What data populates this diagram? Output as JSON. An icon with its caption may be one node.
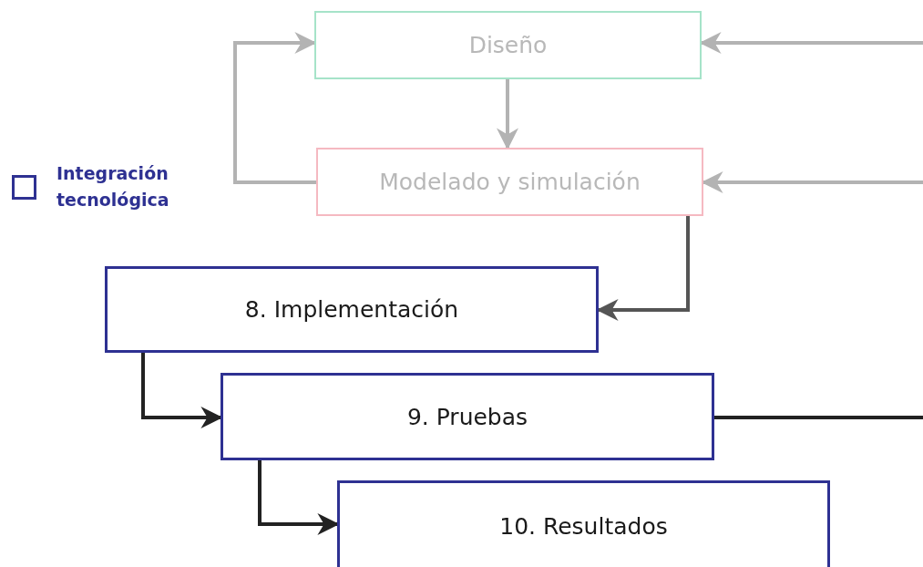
{
  "diagram": {
    "nodes": [
      {
        "text": [
          "Diseño"
        ]
      },
      {
        "text": [
          "Modelado y simulación"
        ]
      },
      {
        "text": [
          "8. Implementación"
        ]
      },
      {
        "text": [
          "9. Pruebas"
        ]
      },
      {
        "text": [
          "10. Resultados"
        ]
      }
    ],
    "edges": [
      {
        "from": null,
        "to": 0,
        "arrow": "to",
        "color": "#b3b3b3"
      },
      {
        "from": null,
        "to": 1,
        "arrow": "to",
        "color": "#b3b3b3"
      },
      {
        "from": 0,
        "to": 1,
        "arrow": "to",
        "color": "#b3b3b3"
      },
      {
        "from": 1,
        "to": 0,
        "arrow": "to",
        "color": "#b3b3b3"
      },
      {
        "from": 1,
        "to": 2,
        "arrow": "to",
        "color": "#555555"
      },
      {
        "from": 2,
        "to": 3,
        "arrow": "to",
        "color": "#222222"
      },
      {
        "from": 3,
        "to": null,
        "arrow": "none",
        "color": "#222222"
      },
      {
        "from": 3,
        "to": 4,
        "arrow": "to",
        "color": "#222222"
      }
    ],
    "legend": [
      {
        "text": "Integración tecnológica"
      }
    ]
  }
}
